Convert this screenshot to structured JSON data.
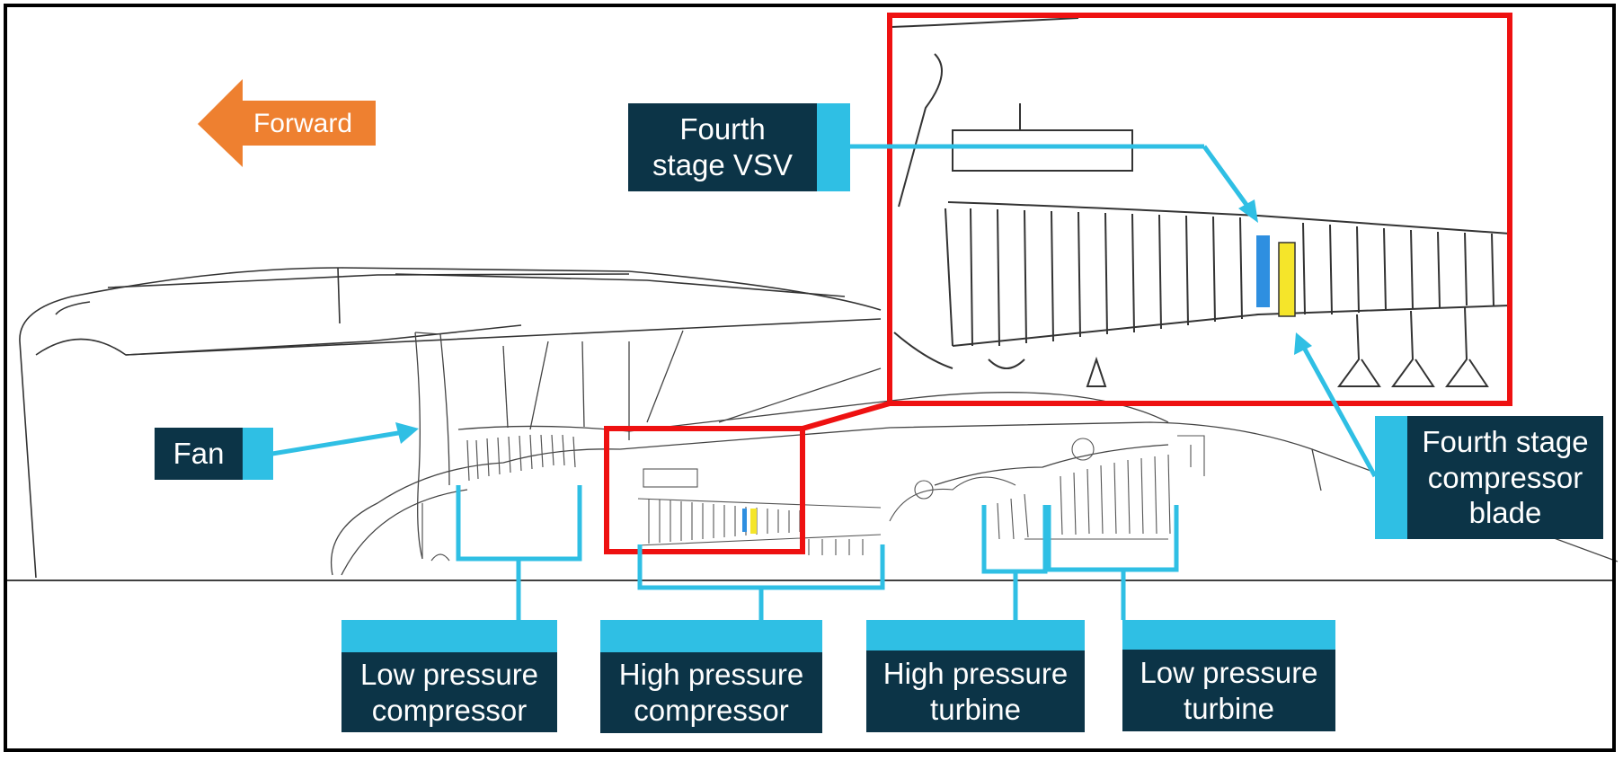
{
  "direction_label": "Forward",
  "callouts": {
    "fan": "Fan",
    "fourth_stage_vsv": "Fourth\nstage VSV",
    "fourth_stage_blade": "Fourth stage\ncompressor\nblade",
    "lp_compressor": "Low pressure\ncompressor",
    "hp_compressor": "High pressure\ncompressor",
    "hp_turbine": "High pressure\nturbine",
    "lp_turbine": "Low pressure\nturbine"
  },
  "colors": {
    "label_bg": "#0c3447",
    "accent": "#2fbfe4",
    "highlight_box": "#ee1111",
    "forward_arrow": "#ee8030",
    "vsv_highlight": "#2e8fe0",
    "blade_highlight": "#f5e52a"
  }
}
